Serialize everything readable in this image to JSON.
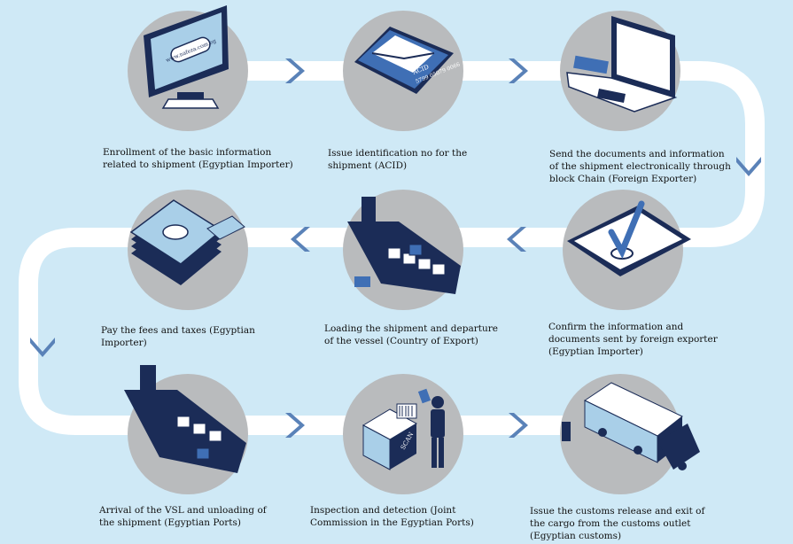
{
  "steps": [
    {
      "id": 1,
      "caption": "Enrollment of the basic information related to shipment (Egyptian Importer)",
      "icon": "monitor-icon",
      "screen_text": "www.nafeza.com.eg"
    },
    {
      "id": 2,
      "caption": "Issue identification no for the shipment (ACID)",
      "icon": "envelope-icon",
      "label_top": "ACID",
      "label_bottom": "5799 05079 0066"
    },
    {
      "id": 3,
      "caption": "Send the documents and information of the shipment electronically through block Chain (Foreign Exporter)",
      "icon": "laptop-icon"
    },
    {
      "id": 4,
      "caption": "Confirm the information and documents sent by foreign exporter (Egyptian Importer)",
      "icon": "clipboard-check-icon"
    },
    {
      "id": 5,
      "caption": "Loading the shipment and departure of the vessel (Country of Export)",
      "icon": "ship-loading-icon"
    },
    {
      "id": 6,
      "caption": "Pay the fees and taxes (Egyptian Importer)",
      "icon": "money-stack-icon"
    },
    {
      "id": 7,
      "caption": "Arrival of the VSL and unloading of the shipment (Egyptian Ports)",
      "icon": "ship-arrival-icon"
    },
    {
      "id": 8,
      "caption": "Inspection and detection (Joint Commission in the Egyptian Ports)",
      "icon": "inspection-scan-icon",
      "scan_text": "SCAN"
    },
    {
      "id": 9,
      "caption": "Issue the customs release and exit of the cargo from the customs outlet (Egyptian customs)",
      "icon": "truck-release-icon"
    }
  ],
  "colors": {
    "background": "#cfe9f6",
    "path": "#ffffff",
    "circle": "#b9bbbd",
    "arrow": "#5a82b8",
    "navy": "#1b2c57",
    "accent": "#3f6fb5",
    "light_blue": "#a9cfe8"
  }
}
